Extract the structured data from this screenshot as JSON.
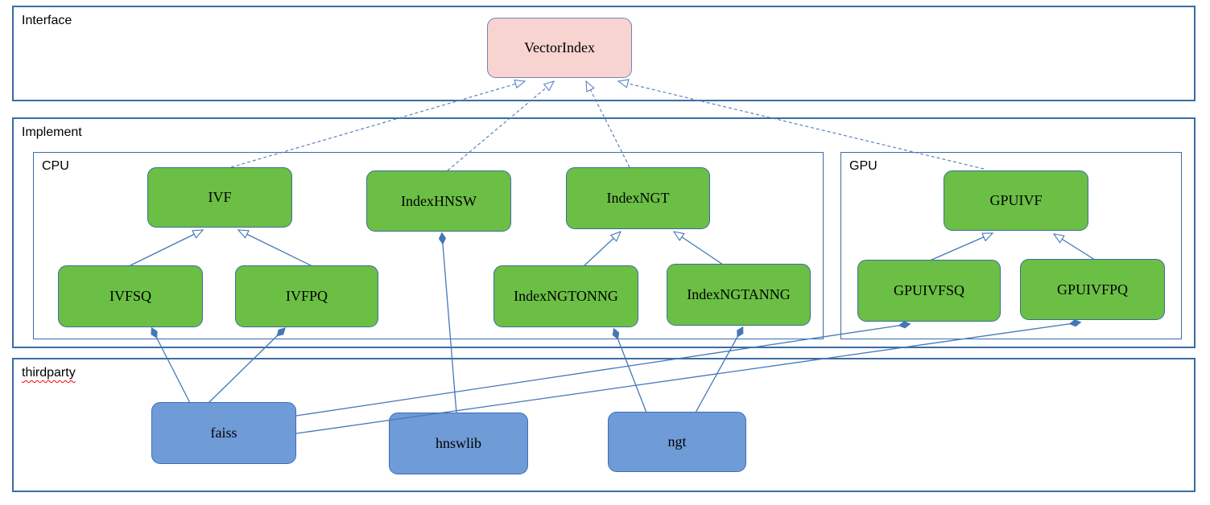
{
  "sections": {
    "interface": {
      "label": "Interface"
    },
    "implement": {
      "label": "Implement"
    },
    "cpu": {
      "label": "CPU"
    },
    "gpu": {
      "label": "GPU"
    },
    "thirdparty": {
      "label": "thirdparty"
    }
  },
  "nodes": {
    "vectorindex": {
      "label": "VectorIndex"
    },
    "ivf": {
      "label": "IVF"
    },
    "indexhnsw": {
      "label": "IndexHNSW"
    },
    "indexngt": {
      "label": "IndexNGT"
    },
    "ivfsq": {
      "label": "IVFSQ"
    },
    "ivfpq": {
      "label": "IVFPQ"
    },
    "indexngtonng": {
      "label": "IndexNGTONNG"
    },
    "indexngtanng": {
      "label": "IndexNGTANNG"
    },
    "gpuivf": {
      "label": "GPUIVF"
    },
    "gpuivfsq": {
      "label": "GPUIVFSQ"
    },
    "gpuivfpq": {
      "label": "GPUIVFPQ"
    },
    "faiss": {
      "label": "faiss"
    },
    "hnswlib": {
      "label": "hnswlib"
    },
    "ngt": {
      "label": "ngt"
    }
  },
  "edges": [
    {
      "from": "IVF",
      "to": "VectorIndex",
      "type": "realization-dashed-open-triangle"
    },
    {
      "from": "IndexHNSW",
      "to": "VectorIndex",
      "type": "realization-dashed-open-triangle"
    },
    {
      "from": "IndexNGT",
      "to": "VectorIndex",
      "type": "realization-dashed-open-triangle"
    },
    {
      "from": "GPUIVF",
      "to": "VectorIndex",
      "type": "realization-dashed-open-triangle"
    },
    {
      "from": "IVFSQ",
      "to": "IVF",
      "type": "inheritance-open-triangle"
    },
    {
      "from": "IVFPQ",
      "to": "IVF",
      "type": "inheritance-open-triangle"
    },
    {
      "from": "IndexNGTONNG",
      "to": "IndexNGT",
      "type": "inheritance-open-triangle"
    },
    {
      "from": "IndexNGTANNG",
      "to": "IndexNGT",
      "type": "inheritance-open-triangle"
    },
    {
      "from": "GPUIVFSQ",
      "to": "GPUIVF",
      "type": "inheritance-open-triangle"
    },
    {
      "from": "GPUIVFPQ",
      "to": "GPUIVF",
      "type": "inheritance-open-triangle"
    },
    {
      "from": "faiss",
      "to": "IVFSQ",
      "type": "composition-filled-diamond"
    },
    {
      "from": "faiss",
      "to": "IVFPQ",
      "type": "composition-filled-diamond"
    },
    {
      "from": "faiss",
      "to": "GPUIVFSQ",
      "type": "composition-filled-diamond"
    },
    {
      "from": "faiss",
      "to": "GPUIVFPQ",
      "type": "composition-filled-diamond"
    },
    {
      "from": "hnswlib",
      "to": "IndexHNSW",
      "type": "composition-filled-diamond"
    },
    {
      "from": "ngt",
      "to": "IndexNGTONNG",
      "type": "composition-filled-diamond"
    },
    {
      "from": "ngt",
      "to": "IndexNGTANNG",
      "type": "composition-filled-diamond"
    }
  ],
  "colors": {
    "interface_fill": "#f8d4d0",
    "interface_border": "#7481bd",
    "impl_fill": "#6bbf45",
    "impl_border": "#3d6d99",
    "third_fill": "#6f9bd7",
    "third_border": "#3e6dbf",
    "section_border": "#3a6ca3",
    "connector": "#4378b7",
    "connector_dashed": "#5c82c2",
    "underline": "#ff0000"
  }
}
